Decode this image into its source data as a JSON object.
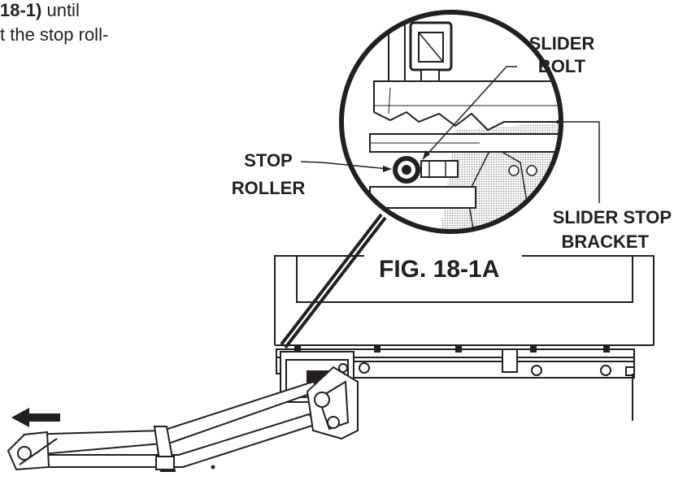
{
  "body_text": {
    "line1_bold": "18-1)",
    "line1_rest": " until",
    "line2": "t the stop roll-"
  },
  "callouts": {
    "slider_bolt_line1": "SLIDER",
    "slider_bolt_line2": "BOLT",
    "stop_roller_line1": "STOP",
    "stop_roller_line2": "ROLLER",
    "slider_stop_line1": "SLIDER STOP",
    "slider_stop_line2": "BRACKET"
  },
  "figure_label": "FIG. 18-1A",
  "colors": {
    "ink": "#231f20",
    "shading": "#bdbdbd",
    "background": "#ffffff"
  }
}
